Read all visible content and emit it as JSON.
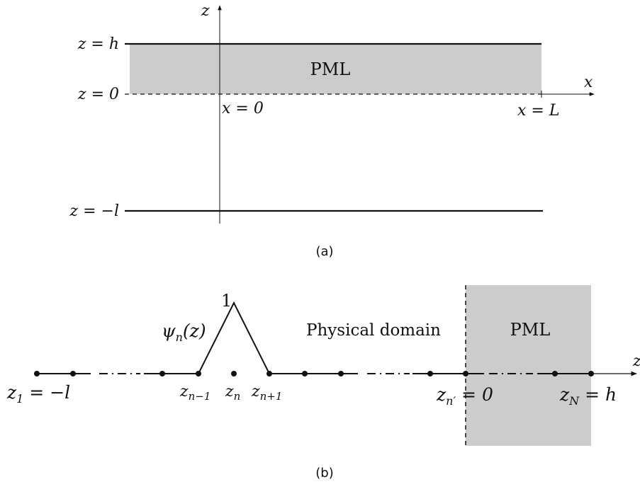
{
  "panel_a": {
    "axis_z": "z",
    "axis_x": "x",
    "label_z_h": "z = h",
    "label_z_0": "z = 0",
    "label_z_neg_l": "z = −l",
    "label_x_0": "x = 0",
    "label_x_L": "x = L",
    "pml": "PML",
    "caption": "(a)",
    "pml_fill": "#cccccc"
  },
  "panel_b": {
    "axis_z": "z",
    "peak_label": "1",
    "basis_label": "ψn(z)",
    "basis_fn": "ψ",
    "basis_sub": "n",
    "basis_arg": "(z)",
    "physical_domain": "Physical domain",
    "pml": "PML",
    "caption": "(b)",
    "pml_fill": "#cccccc",
    "nodes": {
      "z1": {
        "main": "z",
        "sub": "1",
        "rest": " = −l"
      },
      "zn_minus_1": {
        "main": "z",
        "sub": "n−1"
      },
      "zn": {
        "main": "z",
        "sub": "n"
      },
      "zn_plus_1": {
        "main": "z",
        "sub": "n+1"
      },
      "zn_prime": {
        "main": "z",
        "sub": "n′",
        "rest": " = 0"
      },
      "zN": {
        "main": "z",
        "sub": "N",
        "rest": " = h"
      }
    }
  }
}
